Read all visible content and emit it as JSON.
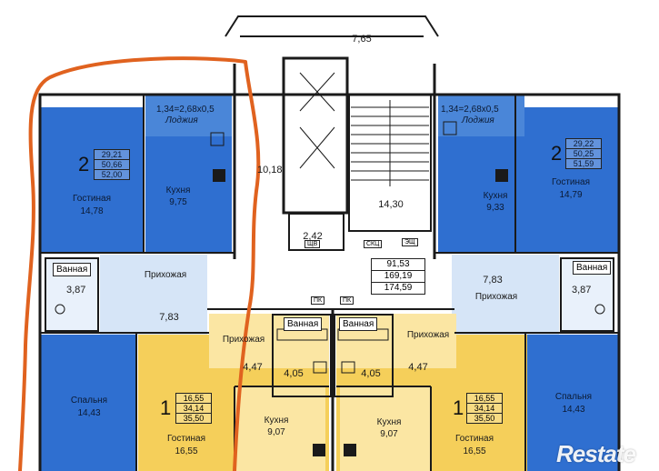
{
  "balcony_top": {
    "area": "7,65"
  },
  "stair_hall": {
    "area": "14,30",
    "lobby": "10,18",
    "vestibule": "2,42"
  },
  "common_total": {
    "lines": [
      "91,53",
      "169,19",
      "174,59"
    ]
  },
  "apt_left_2": {
    "rooms_count": "2",
    "areas": [
      "29,21",
      "50,66",
      "52,00"
    ],
    "loggia": {
      "dims": "1,34=2,68x0,5",
      "label": "Лоджия"
    },
    "living": {
      "label": "Гостиная",
      "area": "14,78"
    },
    "kitchen": {
      "label": "Кухня",
      "area": "9,75"
    },
    "bath": {
      "label": "Ванная",
      "area": "3,87"
    },
    "hall": {
      "label": "Прихожая",
      "area": "7,83"
    },
    "bedroom": {
      "label": "Спальня",
      "area": "14,43"
    }
  },
  "apt_right_2": {
    "rooms_count": "2",
    "areas": [
      "29,22",
      "50,25",
      "51,59"
    ],
    "loggia": {
      "dims": "1,34=2,68x0,5",
      "label": "Лоджия"
    },
    "living": {
      "label": "Гостиная",
      "area": "14,79"
    },
    "kitchen": {
      "label": "Кухня",
      "area": "9,33"
    },
    "bath": {
      "label": "Ванная",
      "area": "3,87"
    },
    "hall": {
      "label": "Прихожая",
      "area": "7,83"
    },
    "bedroom": {
      "label": "Спальня",
      "area": "14,43"
    }
  },
  "apt_left_1": {
    "rooms_count": "1",
    "areas": [
      "16,55",
      "34,14",
      "35,50"
    ],
    "living": {
      "label": "Гостиная",
      "area": "16,55"
    },
    "kitchen": {
      "label": "Кухня",
      "area": "9,07"
    },
    "bath": {
      "label": "Ванная",
      "area": "4,05"
    },
    "hall": {
      "label": "Прихожая",
      "area": "4,47"
    }
  },
  "apt_right_1": {
    "rooms_count": "1",
    "areas": [
      "16,55",
      "34,14",
      "35,50"
    ],
    "living": {
      "label": "Гостиная",
      "area": "16,55"
    },
    "kitchen": {
      "label": "Кухня",
      "area": "9,07"
    },
    "bath": {
      "label": "Ванная",
      "area": "4,05"
    },
    "hall": {
      "label": "Прихожая",
      "area": "4,47"
    }
  },
  "small_marks": {
    "pk": "ПК",
    "eshch": "ЭЩ",
    "sku": "СКЦ",
    "shch": "ЩВ"
  },
  "watermark": "Restate",
  "colors": {
    "apt2_blue": "#2f6fd0",
    "apt2_light": "#cfe0f5",
    "apt1_yellow": "#f5cf5a",
    "annotation": "#e0621f"
  }
}
